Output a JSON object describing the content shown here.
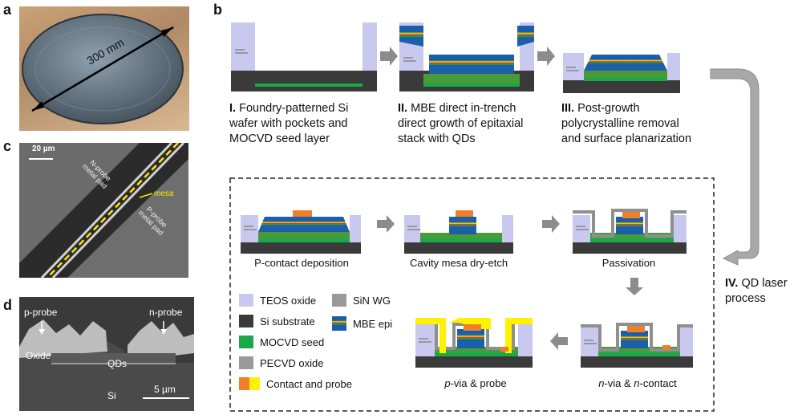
{
  "panels": {
    "a": {
      "label": "a",
      "size_text": "300 mm"
    },
    "b": {
      "label": "b"
    },
    "c": {
      "label": "c",
      "scale": "20 µm",
      "n_pad": [
        "N-probe",
        "metal pad"
      ],
      "p_pad": [
        "P-probe",
        "metal pad"
      ],
      "mesa": "mesa"
    },
    "d": {
      "label": "d",
      "p_probe": "p-probe",
      "n_probe": "n-probe",
      "oxide": "Oxide",
      "qds": "QDs",
      "si": "Si",
      "scale": "5 µm"
    }
  },
  "steps": {
    "s1": {
      "num": "I.",
      "lines": [
        "Foundry-patterned Si",
        "wafer with pockets and",
        "MOCVD seed layer"
      ]
    },
    "s2": {
      "num": "II.",
      "lines": [
        "MBE direct in-trench",
        "direct growth of epitaxial",
        "stack with QDs"
      ]
    },
    "s3": {
      "num": "III.",
      "lines": [
        "Post-growth",
        "polycrystalline removal",
        "and surface planarization"
      ]
    },
    "s4": {
      "num": "IV.",
      "lines": [
        "QD laser",
        "process"
      ]
    }
  },
  "captions": {
    "pcontact": "P-contact deposition",
    "mesa": "Cavity mesa dry-etch",
    "passivation": "Passivation",
    "pvia_italic": "p",
    "pvia_rest": "-via & probe",
    "nvia_italic1": "n",
    "nvia_mid": "-via & ",
    "nvia_italic2": "n",
    "nvia_rest": "-contact"
  },
  "legend": {
    "teos": "TEOS oxide",
    "si_sub": "Si substrate",
    "mocvd": "MOCVD seed",
    "pecvd": "PECVD oxide",
    "contact": "Contact and probe",
    "sin": "SiN WG",
    "mbe": "MBE epi"
  },
  "colors": {
    "teos": "#c9c8ee",
    "si": "#3a3a3a",
    "mocvd": "#1aa94a",
    "pecvd": "#9a9a9a",
    "contact_orange": "#f07f2c",
    "contact_yellow": "#fff200",
    "arrow": "#8c8c8c"
  }
}
